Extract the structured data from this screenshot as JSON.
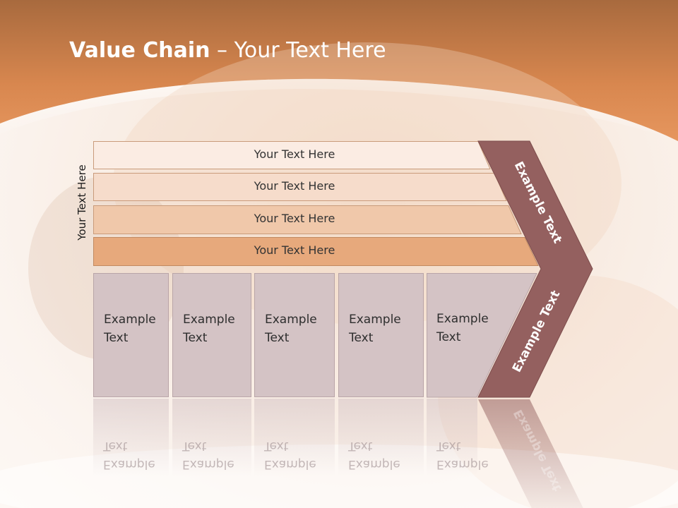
{
  "slide": {
    "title_bold": "Value Chain",
    "title_rest": " – Your Text Here",
    "side_label": "Your Text Here"
  },
  "rows": [
    {
      "label": "Your Text Here",
      "color": "#fbece3"
    },
    {
      "label": "Your Text Here",
      "color": "#f6dccb"
    },
    {
      "label": "Your Text Here",
      "color": "#f0c8aa"
    },
    {
      "label": "Your Text Here",
      "color": "#e7a97c"
    }
  ],
  "boxes": [
    {
      "line1": "Example",
      "line2": "Text"
    },
    {
      "line1": "Example",
      "line2": "Text"
    },
    {
      "line1": "Example",
      "line2": "Text"
    },
    {
      "line1": "Example",
      "line2": "Text"
    },
    {
      "line1": "Example",
      "line2": "Text"
    }
  ],
  "chevron": {
    "upper_label": "Example Text",
    "lower_label": "Example Text",
    "reflection_label": "Example Text",
    "color": "#94605f"
  },
  "colors": {
    "header_top": "#a86a3e",
    "header_bottom": "#e0925a"
  }
}
